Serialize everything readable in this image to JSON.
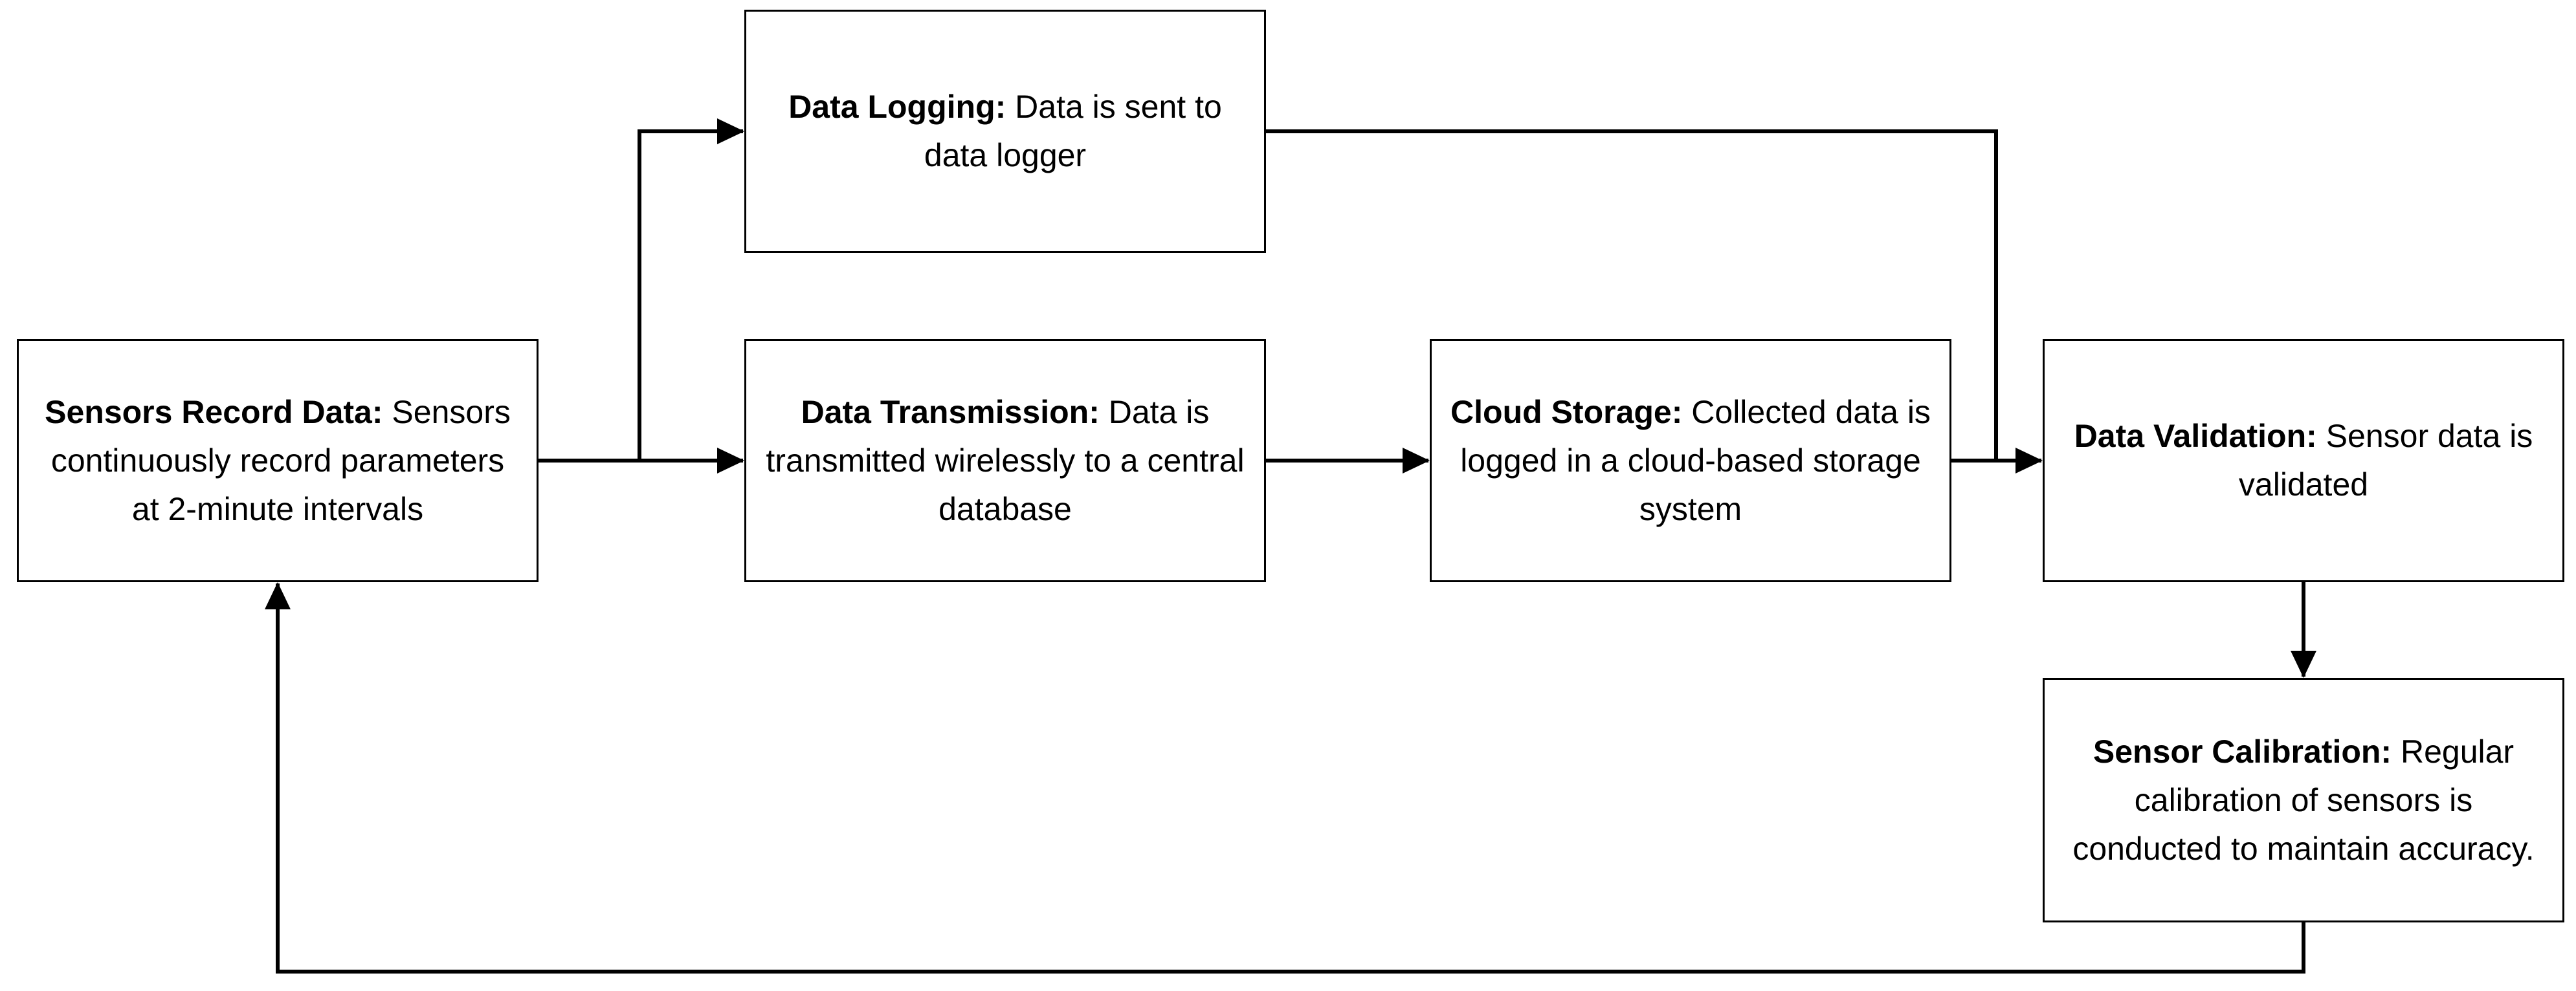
{
  "nodes": {
    "sensors_record_data": {
      "title": "Sensors Record Data:",
      "text": "Sensors continuously record parameters at 2-minute intervals"
    },
    "data_logging": {
      "title": "Data Logging:",
      "text": "Data is sent to data logger"
    },
    "data_transmission": {
      "title": "Data Transmission:",
      "text": "Data is transmitted wirelessly to a central database"
    },
    "cloud_storage": {
      "title": "Cloud Storage:",
      "text": "Collected data is logged in a cloud-based storage system"
    },
    "data_validation": {
      "title": "Data Validation:",
      "text": "Sensor data is validated"
    },
    "sensor_calibration": {
      "title": "Sensor Calibration:",
      "text": "Regular calibration of sensors is conducted to maintain accuracy."
    }
  },
  "edges": [
    {
      "from": "sensors_record_data",
      "to": "data_transmission"
    },
    {
      "from": "sensors_record_data",
      "to": "data_logging"
    },
    {
      "from": "data_transmission",
      "to": "cloud_storage"
    },
    {
      "from": "cloud_storage",
      "to": "data_validation"
    },
    {
      "from": "data_logging",
      "to": "data_validation"
    },
    {
      "from": "data_validation",
      "to": "sensor_calibration"
    },
    {
      "from": "sensor_calibration",
      "to": "sensors_record_data"
    }
  ]
}
